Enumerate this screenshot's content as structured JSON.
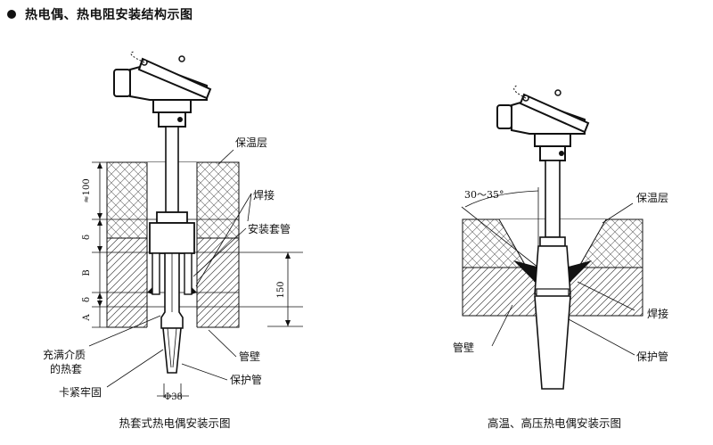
{
  "heading": "热电偶、热电阻安装结构示图",
  "left_figure": {
    "caption": "热套式热电偶安装示图",
    "labels": {
      "insulation": "保温层",
      "weld": "焊接",
      "mount_sleeve": "安装套管",
      "medium_fill_1": "充满介质",
      "medium_fill_2": "的热套",
      "clamp": "卡紧牢固",
      "pipe_wall": "管壁",
      "protect_tube": "保护管"
    },
    "dimensions": {
      "d100": "≈100",
      "delta_top": "δ",
      "b": "B",
      "delta_bottom": "δ",
      "a": "A",
      "d150": "150",
      "phi": "Φ38"
    }
  },
  "right_figure": {
    "caption": "高温、高压热电偶安装示图",
    "labels": {
      "angle": "30～35°",
      "insulation": "保温层",
      "weld": "焊接",
      "pipe_wall": "管壁",
      "protect_tube": "保护管"
    }
  }
}
